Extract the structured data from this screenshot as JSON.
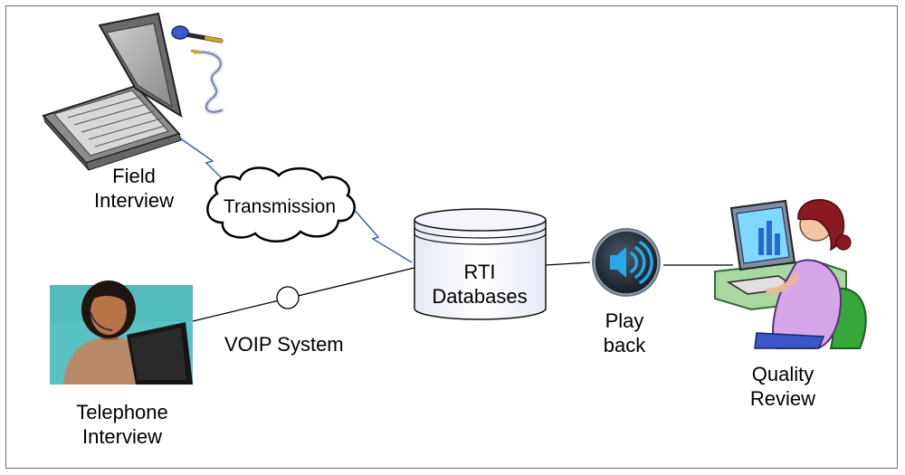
{
  "nodes": {
    "field_interview": {
      "line1": "Field",
      "line2": "Interview"
    },
    "transmission": {
      "label": "Transmission"
    },
    "databases": {
      "line1": "RTI",
      "line2": "Databases"
    },
    "playback": {
      "line1": "Play",
      "line2": "back"
    },
    "quality_review": {
      "line1": "Quality",
      "line2": "Review"
    },
    "telephone_interview": {
      "line1": "Telephone",
      "line2": "Interview"
    },
    "voip": {
      "label": "VOIP System"
    }
  },
  "colors": {
    "wire": "#3a64b4",
    "line": "#000000",
    "frame": "#6e6e6e",
    "speaker_ring": "#2aa7e6",
    "teal_bg": "#59c3c3"
  },
  "icons": [
    "laptop-icon",
    "microphone-icon",
    "cloud-icon",
    "database-icon",
    "speaker-icon",
    "woman-at-computer-icon",
    "call-center-agent-icon"
  ]
}
